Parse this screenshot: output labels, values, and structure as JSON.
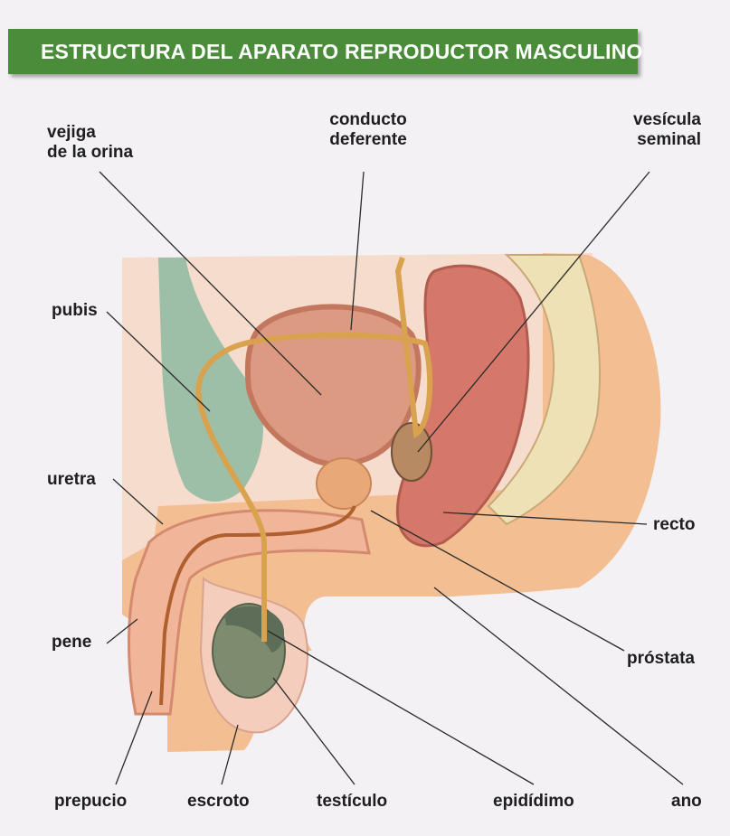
{
  "title": "ESTRUCTURA DEL APARATO REPRODUCTOR MASCULINO",
  "labels": {
    "vejiga": "vejiga\nde la orina",
    "conducto": "conducto\ndeferente",
    "vesicula": "vesícula\nseminal",
    "pubis": "pubis",
    "uretra": "uretra",
    "recto": "recto",
    "pene": "pene",
    "prostata": "próstata",
    "prepucio": "prepucio",
    "escroto": "escroto",
    "testiculo": "testículo",
    "epididimo": "epidídimo",
    "ano": "ano"
  },
  "colors": {
    "banner": "#4a8c3a",
    "skin": "#f0b98a",
    "pubis_bone": "#9dbfa7",
    "bladder": "#d98f78",
    "rectum": "#d06e5f",
    "testis": "#7d8c6f",
    "duct": "#d8a24e"
  }
}
